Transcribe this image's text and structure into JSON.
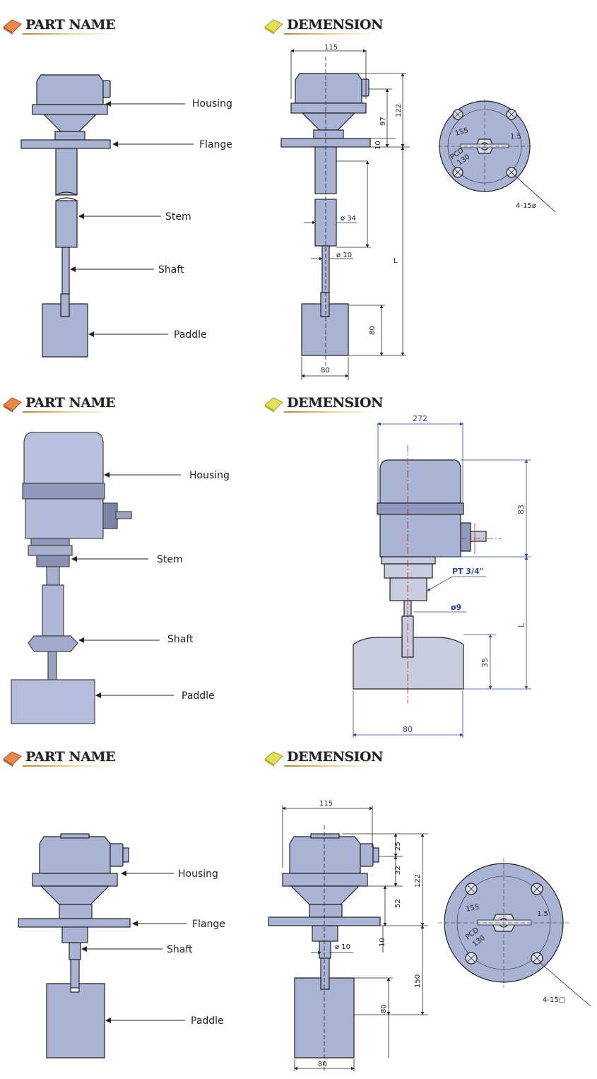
{
  "sections": [
    {
      "part_title": "PART NAME",
      "dim_title": "DEMENSION",
      "labels": {
        "housing": "Housing",
        "flange": "Flange",
        "stem": "Stem",
        "shaft": "Shaft",
        "paddle": "Paddle"
      },
      "dims": {
        "w115": "115",
        "h97": "97",
        "h122": "122",
        "h10": "10",
        "d34": "ø 34",
        "d10": "ø 10",
        "L": "L",
        "h80": "80",
        "w80": "80",
        "pcd155": "155",
        "pcd130": "130",
        "pcd_label": "PCD",
        "t15": "1.5",
        "holes": "4-15ø"
      }
    },
    {
      "part_title": "PART NAME",
      "dim_title": "DEMENSION",
      "labels": {
        "housing": "Housing",
        "stem": "Stem",
        "shaft": "Shaft",
        "paddle": "Paddle"
      },
      "dims": {
        "w272": "272",
        "h83": "83",
        "pt": "PT 3/4\"",
        "d9": "ø9",
        "L": "L",
        "h35": "35",
        "w80": "80"
      }
    },
    {
      "part_title": "PART NAME",
      "dim_title": "DEMENSION",
      "labels": {
        "housing": "Housing",
        "flange": "Flange",
        "shaft": "Shaft",
        "paddle": "Paddle"
      },
      "dims": {
        "w115": "115",
        "h25": "25",
        "h32": "32",
        "h52": "52",
        "h122": "122",
        "h10": "10",
        "d10": "ø 10",
        "h150": "150",
        "h80": "80",
        "w80": "80",
        "pcd155": "155",
        "pcd130": "130",
        "pcd_label": "PCD",
        "t15": "1.5",
        "holes": "4-15□"
      }
    }
  ],
  "colors": {
    "body": "#a9b3d4",
    "stroke": "#222222",
    "accent_red": "#d42020",
    "dim_blue": "#3344aa"
  },
  "icons": [
    "orange-eraser-icon",
    "yellow-eraser-icon"
  ]
}
